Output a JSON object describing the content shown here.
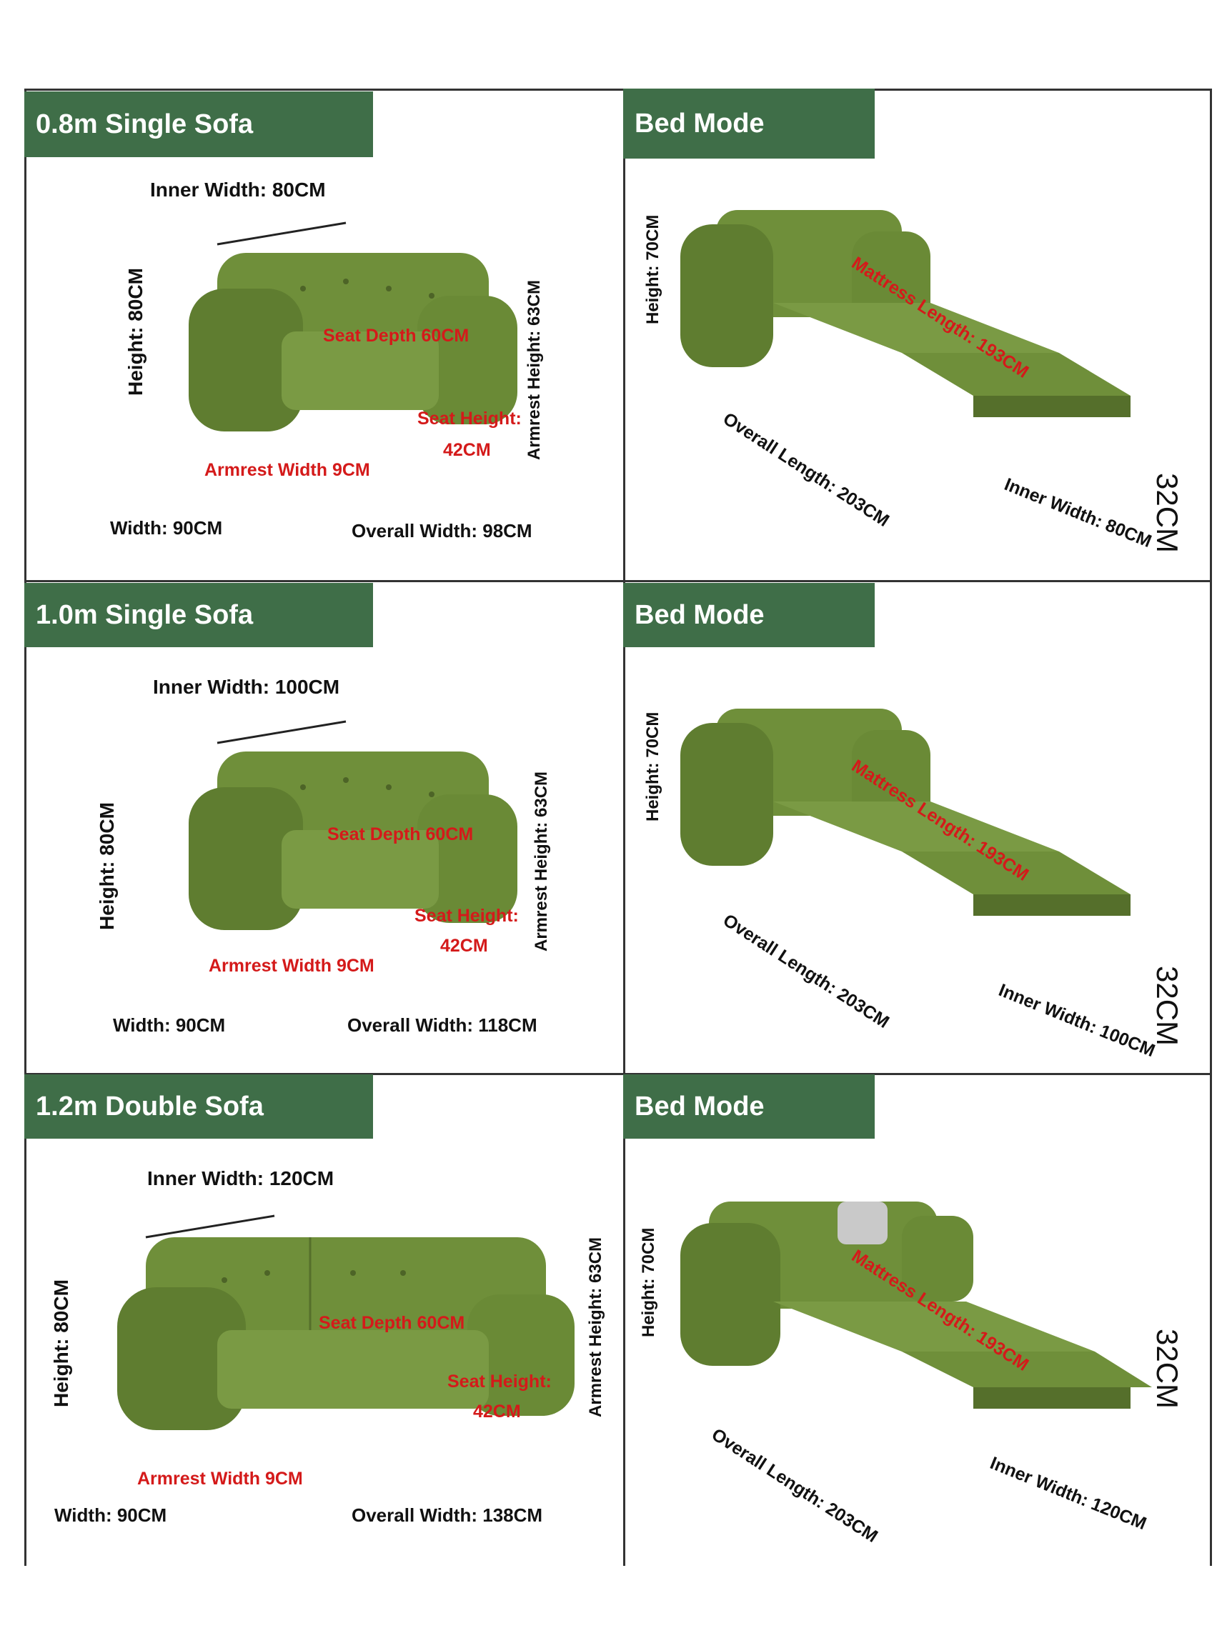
{
  "panels": [
    {
      "header": "0.8m Single Sofa",
      "inner_width": "Inner Width: 80CM",
      "height": "Height: 80CM",
      "armrest_height": "Armrest Height: 63CM",
      "seat_depth": "Seat Depth 60CM",
      "seat_height_label": "Seat Height:",
      "seat_height_value": "42CM",
      "armrest_width": "Armrest Width 9CM",
      "width": "Width: 90CM",
      "overall_width": "Overall Width: 98CM"
    },
    {
      "header": "Bed Mode",
      "height": "Height: 70CM",
      "mattress_length": "Mattress Length: 193CM",
      "mattress_height": "32CM",
      "overall_length": "Overall Length: 203CM",
      "inner_width": "Inner Width: 80CM"
    },
    {
      "header": "1.0m Single Sofa",
      "inner_width": "Inner Width: 100CM",
      "height": "Height: 80CM",
      "armrest_height": "Armrest Height: 63CM",
      "seat_depth": "Seat Depth 60CM",
      "seat_height_label": "Seat Height:",
      "seat_height_value": "42CM",
      "armrest_width": "Armrest Width 9CM",
      "width": "Width: 90CM",
      "overall_width": "Overall Width: 118CM"
    },
    {
      "header": "Bed Mode",
      "height": "Height: 70CM",
      "mattress_length": "Mattress Length: 193CM",
      "mattress_height": "32CM",
      "overall_length": "Overall Length: 203CM",
      "inner_width": "Inner Width: 100CM"
    },
    {
      "header": "1.2m Double Sofa",
      "inner_width": "Inner Width: 120CM",
      "height": "Height: 80CM",
      "armrest_height": "Armrest Height: 63CM",
      "seat_depth": "Seat Depth 60CM",
      "seat_height_label": "Seat Height:",
      "seat_height_value": "42CM",
      "armrest_width": "Armrest Width 9CM",
      "width": "Width: 90CM",
      "overall_width": "Overall Width: 138CM"
    },
    {
      "header": "Bed Mode",
      "height": "Height: 70CM",
      "mattress_length": "Mattress Length: 193CM",
      "mattress_height": "32CM",
      "overall_length": "Overall Length: 203CM",
      "inner_width": "Inner Width: 120CM"
    }
  ],
  "colors": {
    "header_bg": "#3f6e48",
    "sofa_green": "#6f8f3a",
    "sofa_dark": "#556f2b",
    "annotation_red": "#d41a1a"
  }
}
